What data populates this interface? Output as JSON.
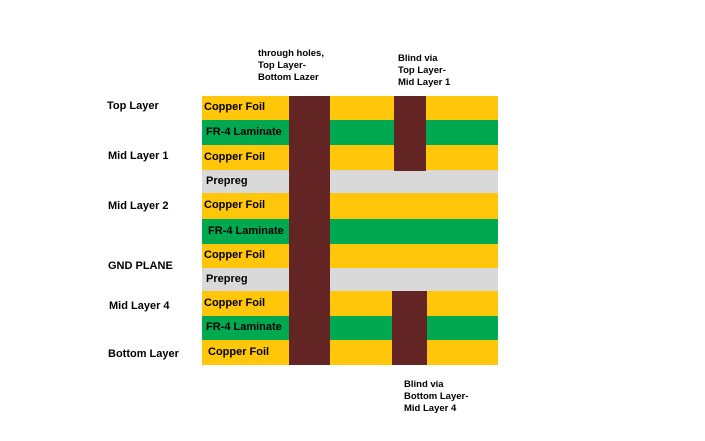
{
  "side_labels": {
    "top_layer": "Top Layer",
    "mid_layer_1": "Mid Layer 1",
    "mid_layer_2": "Mid Layer 2",
    "gnd_plane": "GND PLANE",
    "mid_layer_4": "Mid Layer 4",
    "bottom_layer": "Bottom Layer"
  },
  "layers": [
    {
      "label": "Copper Foil",
      "material": "copper"
    },
    {
      "label": "FR-4 Laminate",
      "material": "laminate"
    },
    {
      "label": "Copper Foil",
      "material": "copper"
    },
    {
      "label": "Prepreg",
      "material": "prepreg"
    },
    {
      "label": "Copper Foil",
      "material": "copper"
    },
    {
      "label": "FR-4 Laminate",
      "material": "laminate"
    },
    {
      "label": "Copper Foil",
      "material": "copper"
    },
    {
      "label": "Prepreg",
      "material": "prepreg"
    },
    {
      "label": "Copper Foil",
      "material": "copper"
    },
    {
      "label": "FR-4 Laminate",
      "material": "laminate"
    },
    {
      "label": "Copper Foil",
      "material": "copper"
    }
  ],
  "annotations": {
    "through_hole": [
      "through holes,",
      "Top Layer-",
      "Bottom Lazer"
    ],
    "blind_via_top": [
      "Blind via",
      "Top Layer-",
      "Mid Layer 1"
    ],
    "blind_via_bottom": [
      "Blind via",
      "Bottom Layer-",
      "Mid Layer 4"
    ]
  },
  "colors": {
    "copper": "#ffc60a",
    "laminate": "#00a94f",
    "prepreg": "#d9d9d9",
    "via": "#632523"
  }
}
